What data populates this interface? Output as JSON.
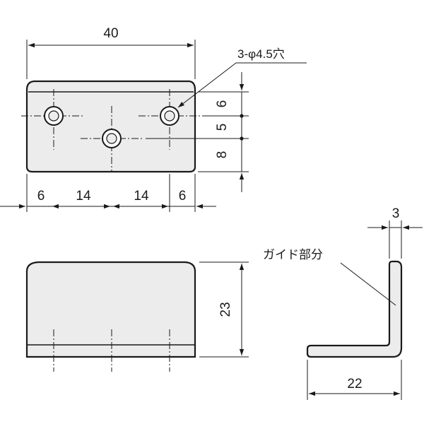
{
  "top_view": {
    "width_label": "40",
    "hole_callout": "3-φ4.5穴",
    "vertical_dims": [
      "6",
      "5",
      "8"
    ],
    "horizontal_dims": [
      "6",
      "14",
      "14",
      "6"
    ]
  },
  "front_view": {
    "height_label": "23"
  },
  "side_view": {
    "thickness_label": "3",
    "guide_label": "ガイド部分",
    "length_label": "22"
  },
  "colors": {
    "part_fill": "#ececec",
    "line": "#1a1a1a",
    "background": "#ffffff"
  }
}
